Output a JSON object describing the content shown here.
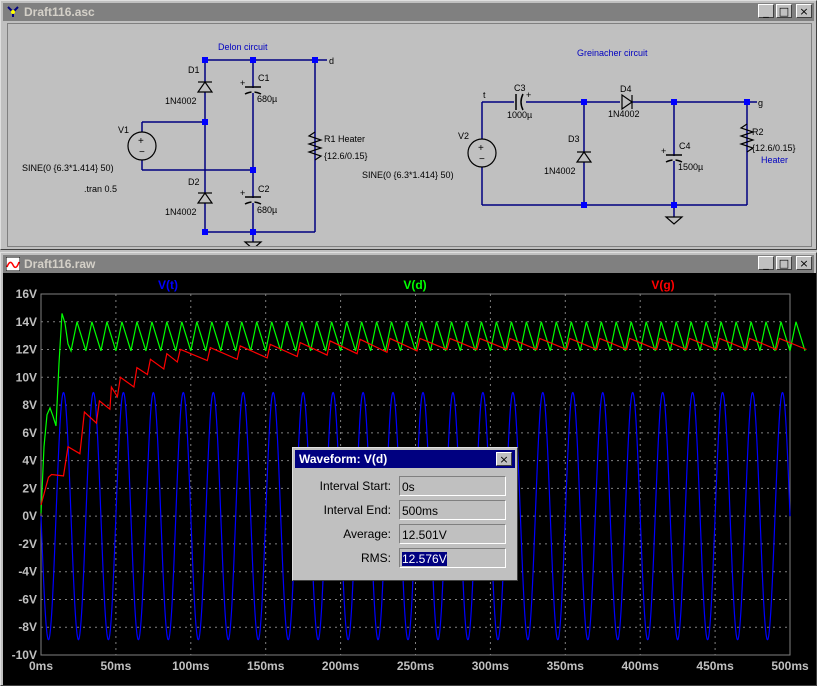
{
  "schematic_window": {
    "title": "Draft116.asc",
    "circuit1_title": "Delon circuit",
    "circuit2_title": "Greinacher circuit",
    "d1": "D1",
    "d2": "D2",
    "d3": "D3",
    "d4": "D4",
    "diode_model": "1N4002",
    "c1": "C1",
    "c2": "C2",
    "c1_val": "680µ",
    "c2_val": "680µ",
    "c3": "C3",
    "c3_val": "1000µ",
    "c4": "C4",
    "c4_val": "1500µ",
    "v1": "V1",
    "v2": "V2",
    "source_value": "SINE(0 {6.3*1.414} 50)",
    "tran": ".tran 0.5",
    "r1": "R1 Heater",
    "r1_val": "{12.6/0.15}",
    "r2": "R2",
    "r2_val": "{12.6/0.15}",
    "r2_name": "Heater",
    "node_d": "d",
    "node_t": "t",
    "node_g": "g"
  },
  "waveform_window": {
    "title": "Draft116.raw"
  },
  "window_controls": {
    "minimize": "_",
    "maximize": "□",
    "close": "×"
  },
  "chart_data": {
    "type": "line",
    "title": "",
    "xlabel": "",
    "ylabel": "",
    "xlim": [
      0,
      500
    ],
    "ylim": [
      -10,
      16
    ],
    "x_unit": "ms",
    "y_unit": "V",
    "x_ticks": [
      "0ms",
      "50ms",
      "100ms",
      "150ms",
      "200ms",
      "250ms",
      "300ms",
      "350ms",
      "400ms",
      "450ms",
      "500ms"
    ],
    "y_ticks": [
      "16V",
      "14V",
      "12V",
      "10V",
      "8V",
      "6V",
      "4V",
      "2V",
      "0V",
      "-2V",
      "-4V",
      "-6V",
      "-8V",
      "-10V"
    ],
    "grid": true,
    "legend": "top",
    "series": [
      {
        "name": "V(t)",
        "color": "#0000ff",
        "amplitude": 8.9,
        "frequency_hz": 50
      },
      {
        "name": "V(d)",
        "color": "#00ff00",
        "ripple_max": 14,
        "ripple_min": 11.9,
        "first_peak": 14.6
      },
      {
        "name": "V(g)",
        "color": "#ff0000",
        "settled_max": 12.8,
        "settled_min": 12.0
      }
    ]
  },
  "dialog": {
    "title": "Waveform: V(d)",
    "interval_start_label": "Interval Start:",
    "interval_start": "0s",
    "interval_end_label": "Interval End:",
    "interval_end": "500ms",
    "average_label": "Average:",
    "average": "12.501V",
    "rms_label": "RMS:",
    "rms": "12.576V"
  }
}
